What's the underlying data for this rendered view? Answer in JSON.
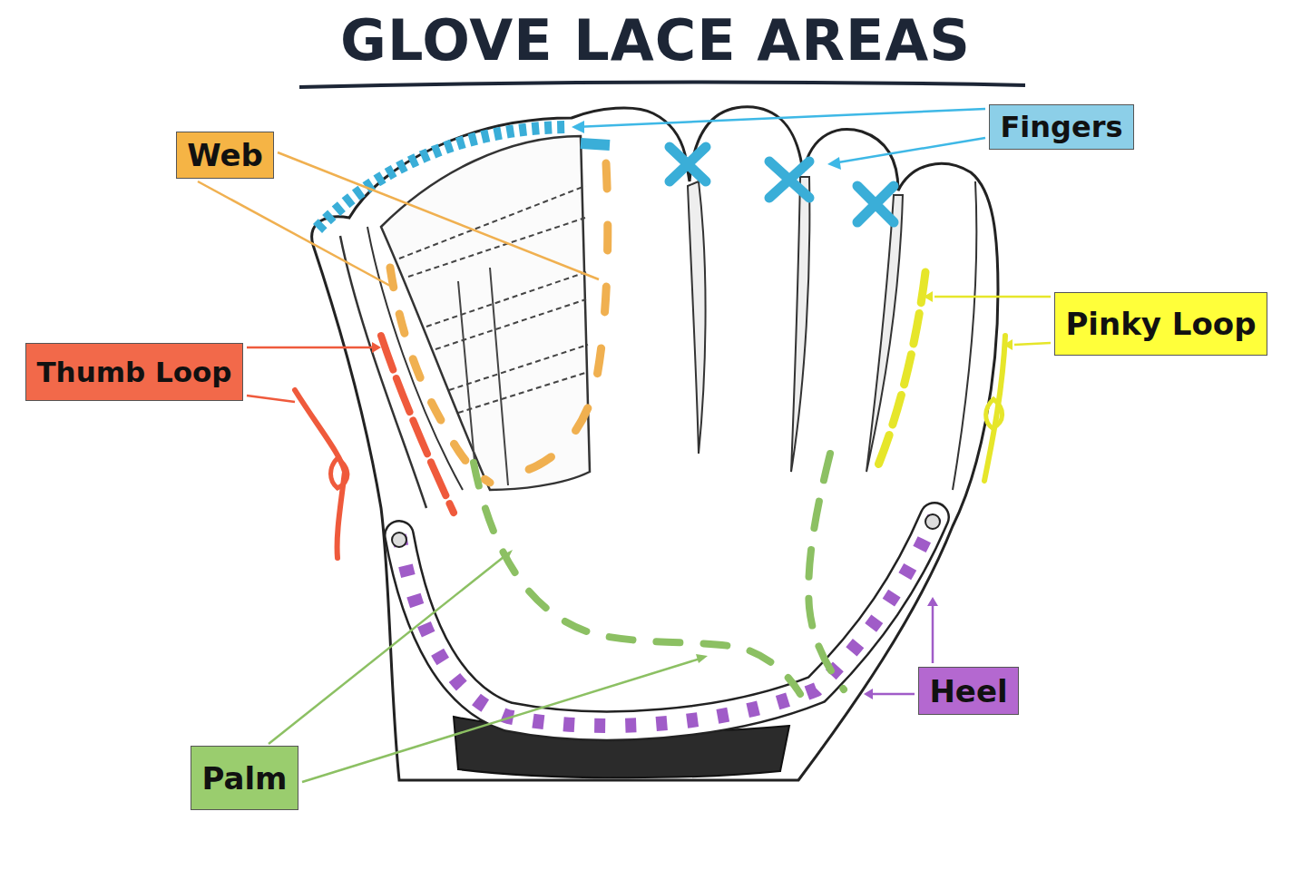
{
  "diagram": {
    "title": "GLOVE LACE AREAS",
    "nodes": [
      {
        "text": [
          "Fingers"
        ]
      },
      {
        "text": [
          "Web"
        ]
      },
      {
        "text": [
          "Pinky Loop"
        ]
      },
      {
        "text": [
          "Thumb Loop"
        ]
      },
      {
        "text": [
          "Heel"
        ]
      },
      {
        "text": [
          "Palm"
        ]
      }
    ]
  }
}
